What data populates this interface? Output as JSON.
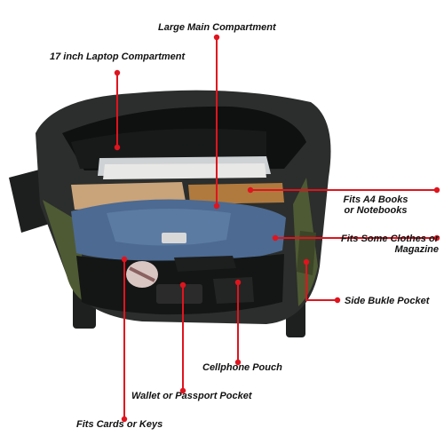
{
  "labels": {
    "main_compartment": "Large Main Compartment",
    "laptop_compartment": "17 inch Laptop Compartment",
    "a4_line1": "Fits A4 Books",
    "a4_line2": "or Notebooks",
    "clothes_line1": "Fits Some Clothes or",
    "clothes_line2": "Magazine",
    "side_pocket": "Side Bukle Pocket",
    "cellphone": "Cellphone Pouch",
    "wallet": "Wallet or Passport Pocket",
    "cards": "Fits Cards or Keys"
  },
  "colors": {
    "callout": "#e0141e",
    "bag_body": "#2b2e2c",
    "bag_green": "#4e5a33",
    "denim": "#4c6a92",
    "text": "#111111"
  }
}
